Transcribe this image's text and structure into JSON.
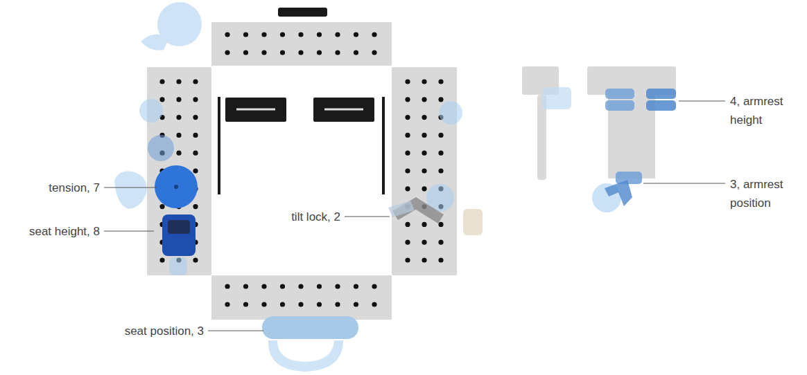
{
  "diagram": {
    "labels": [
      "tension, 7",
      "seat height, 8",
      "seat position, 3",
      "tilt lock, 2",
      "4, armrest height",
      "3, armrest position"
    ]
  }
}
